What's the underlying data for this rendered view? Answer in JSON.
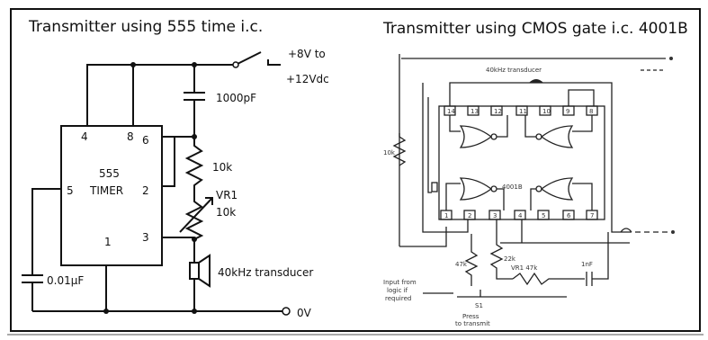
{
  "left": {
    "title": "Transmitter using 555 time i.c.",
    "supply_top": "+8V to",
    "supply_bottom": "+12Vdc",
    "cap_top": "1000pF",
    "ic_line1": "555",
    "ic_line2": "TIMER",
    "pins": {
      "p4": "4",
      "p8": "8",
      "p6": "6",
      "p5": "5",
      "p2": "2",
      "p1": "1",
      "p3": "3"
    },
    "r1": "10k",
    "vr_name": "VR1",
    "vr_value": "10k",
    "cap_bottom": "0.01µF",
    "transducer": "40kHz transducer",
    "ground": "0V"
  },
  "right": {
    "title": "Transmitter using CMOS gate i.c. 4001B",
    "transducer": "40kHz transducer",
    "chip": "4001B",
    "resistor_left": "10k",
    "res_a": "47k",
    "res_b": "22k",
    "vr": "VR1 47k",
    "cap": "1nF",
    "input_line1": "Input from",
    "input_line2": "logic if",
    "input_line3": "required",
    "switch": "S1",
    "press_line1": "Press",
    "press_line2": "to transmit",
    "top_pins": [
      "14",
      "13",
      "12",
      "11",
      "10",
      "9",
      "8"
    ],
    "bottom_pins": [
      "1",
      "2",
      "3",
      "4",
      "5",
      "6",
      "7"
    ]
  }
}
